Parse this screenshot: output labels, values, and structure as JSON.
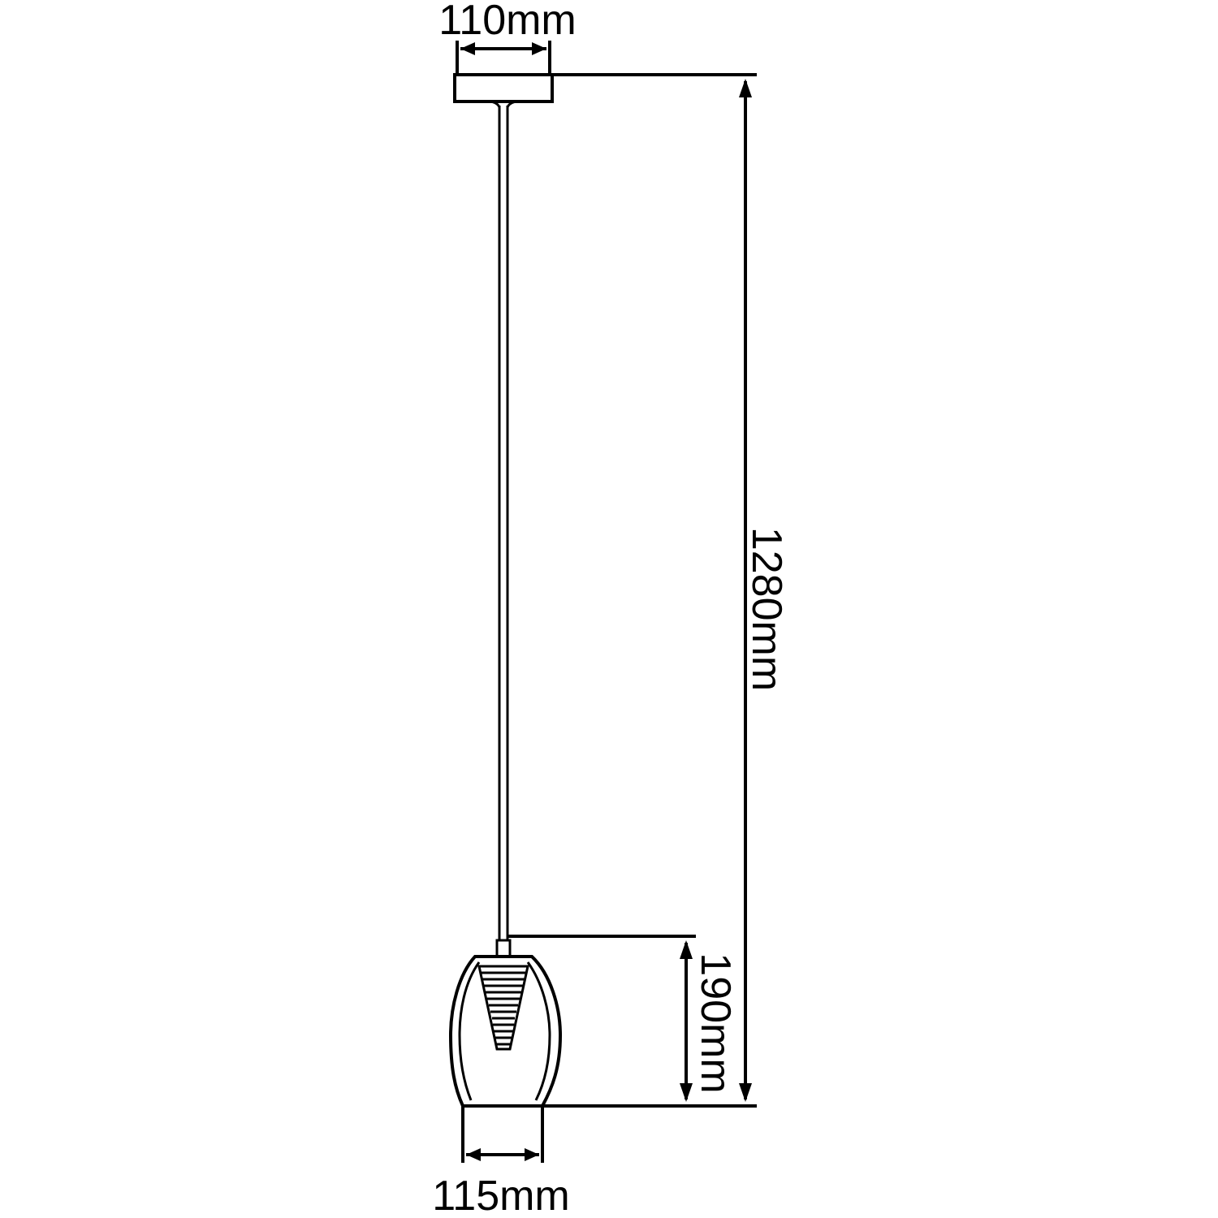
{
  "dimensions": {
    "canopy_width": "110mm",
    "overall_height": "1280mm",
    "shade_height": "190mm",
    "shade_width": "115mm"
  },
  "colors": {
    "line": "#000000",
    "background": "#ffffff"
  }
}
